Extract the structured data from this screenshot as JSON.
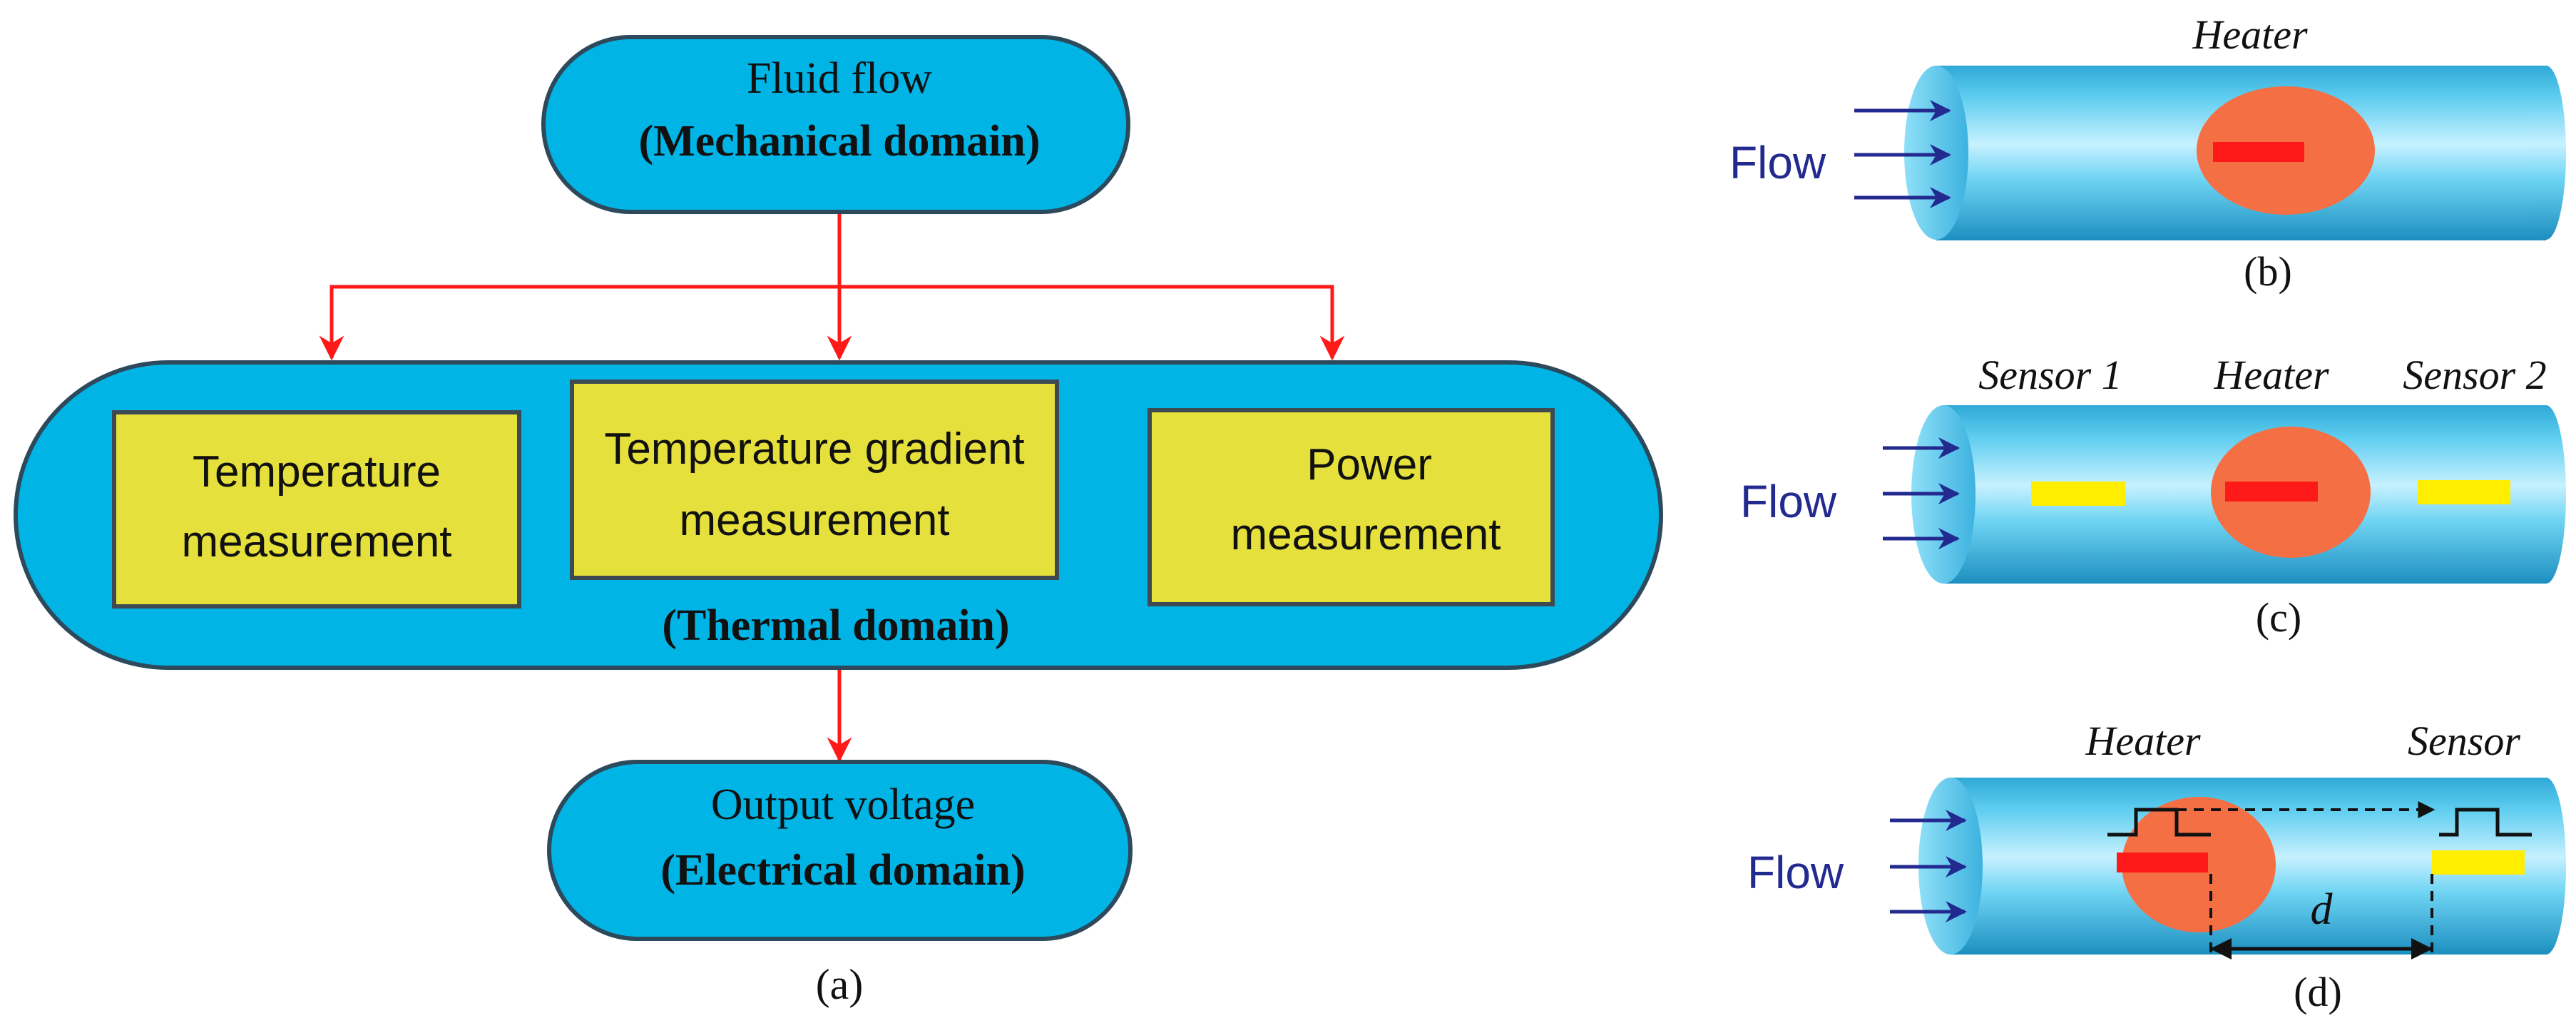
{
  "panel_a": {
    "top_node": {
      "line1": "Fluid flow",
      "line2": "(Mechanical domain)"
    },
    "thermal_boxes": [
      {
        "line1": "Temperature",
        "line2": "measurement"
      },
      {
        "line1": "Temperature gradient",
        "line2": "measurement"
      },
      {
        "line1": "Power",
        "line2": "measurement"
      }
    ],
    "thermal_domain_label": "(Thermal domain)",
    "bottom_node": {
      "line1": "Output voltage",
      "line2": "(Electrical domain)"
    },
    "caption": "(a)"
  },
  "panel_b": {
    "heater_label": "Heater",
    "flow_label": "Flow",
    "caption": "(b)"
  },
  "panel_c": {
    "sensor1_label": "Sensor 1",
    "heater_label": "Heater",
    "sensor2_label": "Sensor 2",
    "flow_label": "Flow",
    "caption": "(c)"
  },
  "panel_d": {
    "heater_label": "Heater",
    "sensor_label": "Sensor",
    "flow_label": "Flow",
    "distance_label": "d",
    "caption": "(d)"
  },
  "colors": {
    "node_fill": "#00b4e6",
    "box_fill": "#e6e03c",
    "arrow_red": "#ff1a1a",
    "flow_arrow": "#232a8f",
    "heater_blob": "#f56f45",
    "heater_element": "#ff1a1a",
    "sensor_element": "#ffee00"
  }
}
